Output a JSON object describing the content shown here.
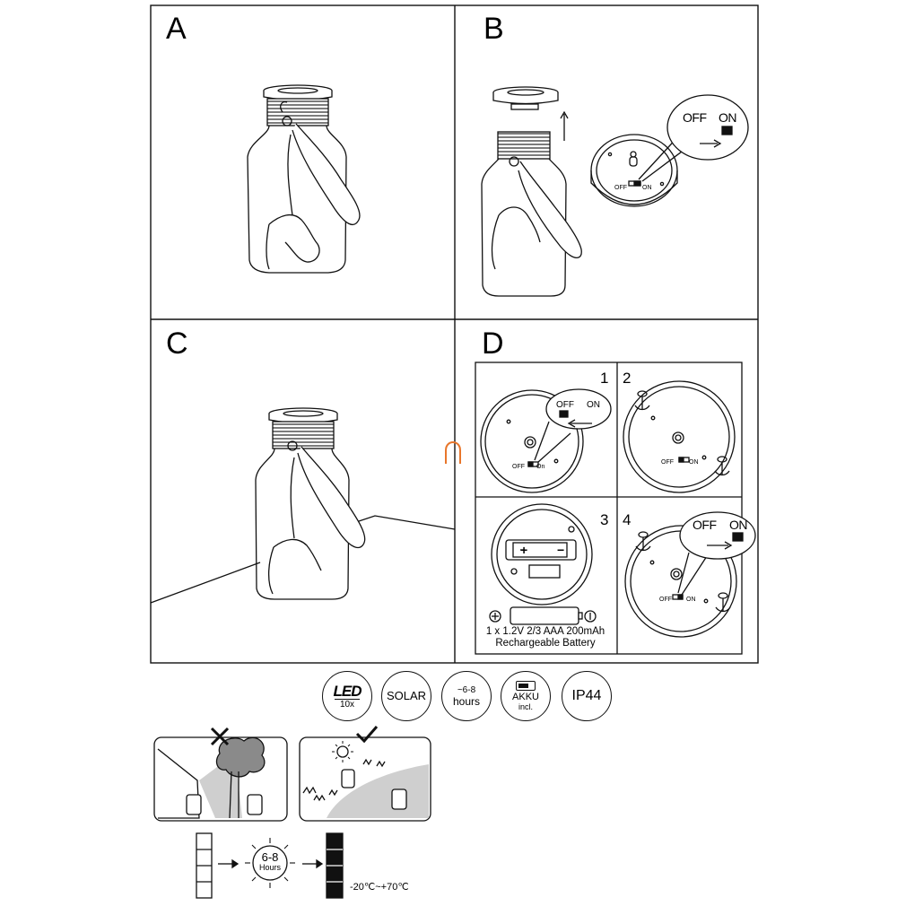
{
  "panels": {
    "a": {
      "letter": "A"
    },
    "b": {
      "letter": "B"
    },
    "c": {
      "letter": "C"
    },
    "d": {
      "letter": "D"
    }
  },
  "switch": {
    "off_label": "OFF",
    "on_label": "ON",
    "on_label_alt": "On"
  },
  "steps": {
    "s1": "1",
    "s2": "2",
    "s3": "3",
    "s4": "4"
  },
  "battery": {
    "line1": "1 x 1.2V 2/3 AAA 200mAh",
    "line2": "Rechargeable Battery",
    "plus": "+",
    "minus": "−"
  },
  "features": {
    "led": {
      "main": "LED",
      "sub": "10x"
    },
    "solar": {
      "main": "SOLAR"
    },
    "runtime": {
      "main": "~6-8",
      "sub": "hours"
    },
    "akku": {
      "main": "AKKU",
      "sub": "incl."
    },
    "ip": {
      "main": "IP44"
    }
  },
  "charging": {
    "hours_top": "6-8",
    "hours_bottom": "Hours",
    "temperature": "-20℃~+70℃"
  },
  "colors": {
    "line": "#111111",
    "accent": "#e8762b",
    "shade": "#8a8a8a"
  }
}
